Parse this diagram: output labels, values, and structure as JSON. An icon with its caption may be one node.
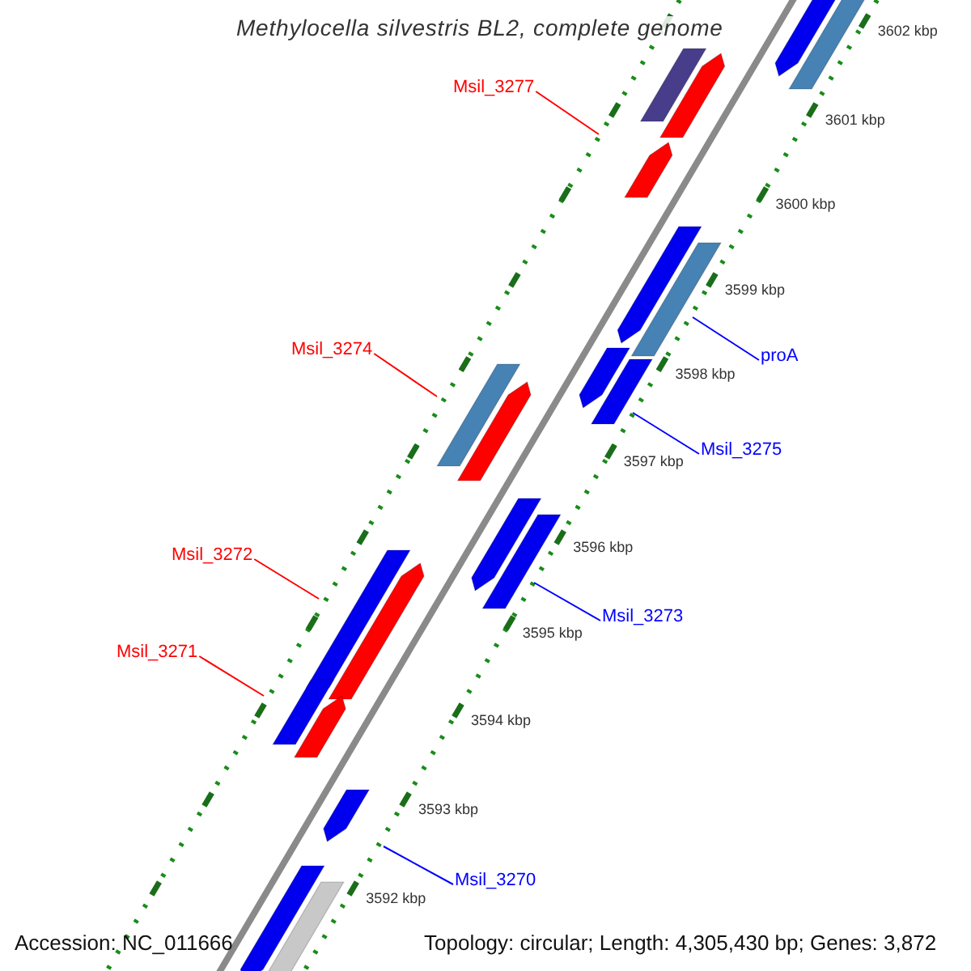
{
  "diagram": {
    "title": "Methylocella silvestris BL2, complete genome",
    "nodes": [
      {
        "text": [
          "Msil_3277"
        ]
      },
      {
        "text": [
          "Msil_3274"
        ]
      },
      {
        "text": [
          "Msil_3272"
        ]
      },
      {
        "text": [
          "Msil_3271"
        ]
      },
      {
        "text": [
          "proA"
        ]
      },
      {
        "text": [
          "Msil_3275"
        ]
      },
      {
        "text": [
          "Msil_3273"
        ]
      },
      {
        "text": [
          "Msil_3270"
        ]
      }
    ],
    "edges": [
      {
        "from": 0,
        "to": null,
        "arrow": "none",
        "color": "#ff0000"
      },
      {
        "from": 1,
        "to": null,
        "arrow": "none",
        "color": "#ff0000"
      },
      {
        "from": 2,
        "to": null,
        "arrow": "none",
        "color": "#ff0000"
      },
      {
        "from": 3,
        "to": null,
        "arrow": "none",
        "color": "#ff0000"
      },
      {
        "from": 4,
        "to": null,
        "arrow": "none",
        "color": "#0000ff"
      },
      {
        "from": 5,
        "to": null,
        "arrow": "none",
        "color": "#0000ff"
      },
      {
        "from": 6,
        "to": null,
        "arrow": "none",
        "color": "#0000ff"
      },
      {
        "from": 7,
        "to": null,
        "arrow": "none",
        "color": "#0000ff"
      }
    ],
    "labels": [
      "3602 kbp",
      "3601 kbp",
      "3600 kbp",
      "3599 kbp",
      "3598 kbp",
      "3597 kbp",
      "3596 kbp",
      "3595 kbp",
      "3594 kbp",
      "3593 kbp",
      "3592 kbp",
      "Accession: NC_011666",
      "Topology: circular; Length: 4,305,430 bp; Genes: 3,872"
    ]
  }
}
